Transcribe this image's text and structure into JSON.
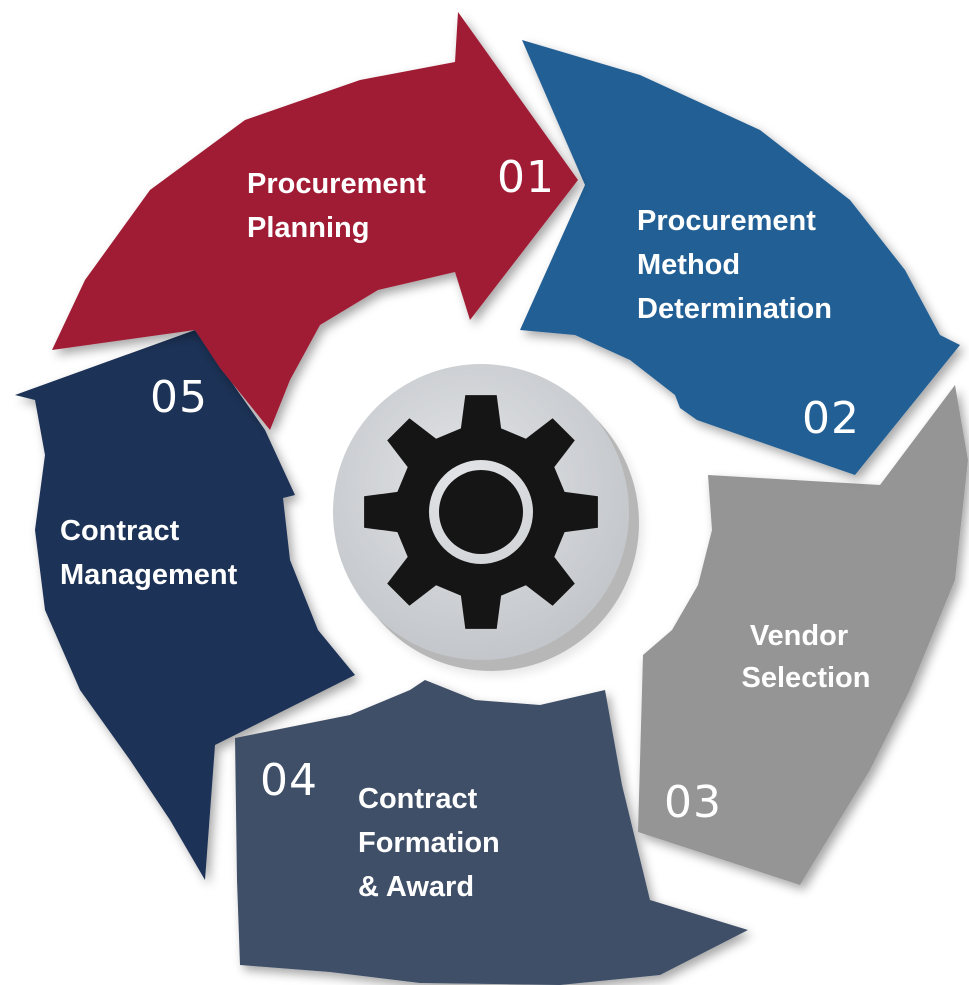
{
  "steps": [
    {
      "number": "01",
      "lines": [
        "Procurement",
        "Planning"
      ],
      "color": "#a01f36"
    },
    {
      "number": "02",
      "lines": [
        "Procurement",
        "Method",
        "Determination"
      ],
      "color": "#235f94"
    },
    {
      "number": "03",
      "lines": [
        "Vendor",
        "Selection"
      ],
      "color": "#959595"
    },
    {
      "number": "04",
      "lines": [
        "Contract",
        "Formation",
        "& Award"
      ],
      "color": "#3f5068"
    },
    {
      "number": "05",
      "lines": [
        "Contract",
        "Management"
      ],
      "color": "#1d3157"
    }
  ],
  "center": {
    "icon": "gear-icon",
    "disc_color": "#d4d4d4",
    "gear_color": "#151515"
  }
}
